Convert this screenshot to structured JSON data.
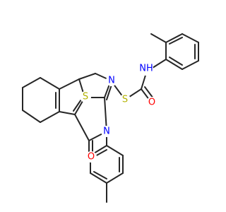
{
  "colors": {
    "background": "#ffffff",
    "bond": "#262626",
    "carbon": "#262626",
    "nitrogen": "#0000ff",
    "oxygen": "#ff0000",
    "sulfur": "#b2b200"
  },
  "atom_labels": {
    "S_ring": "S",
    "N_ring": "N",
    "S_thioether": "S",
    "O_amide": "O",
    "NH_amide": "NH",
    "N3_ring": "N",
    "O_ketone": "O"
  }
}
